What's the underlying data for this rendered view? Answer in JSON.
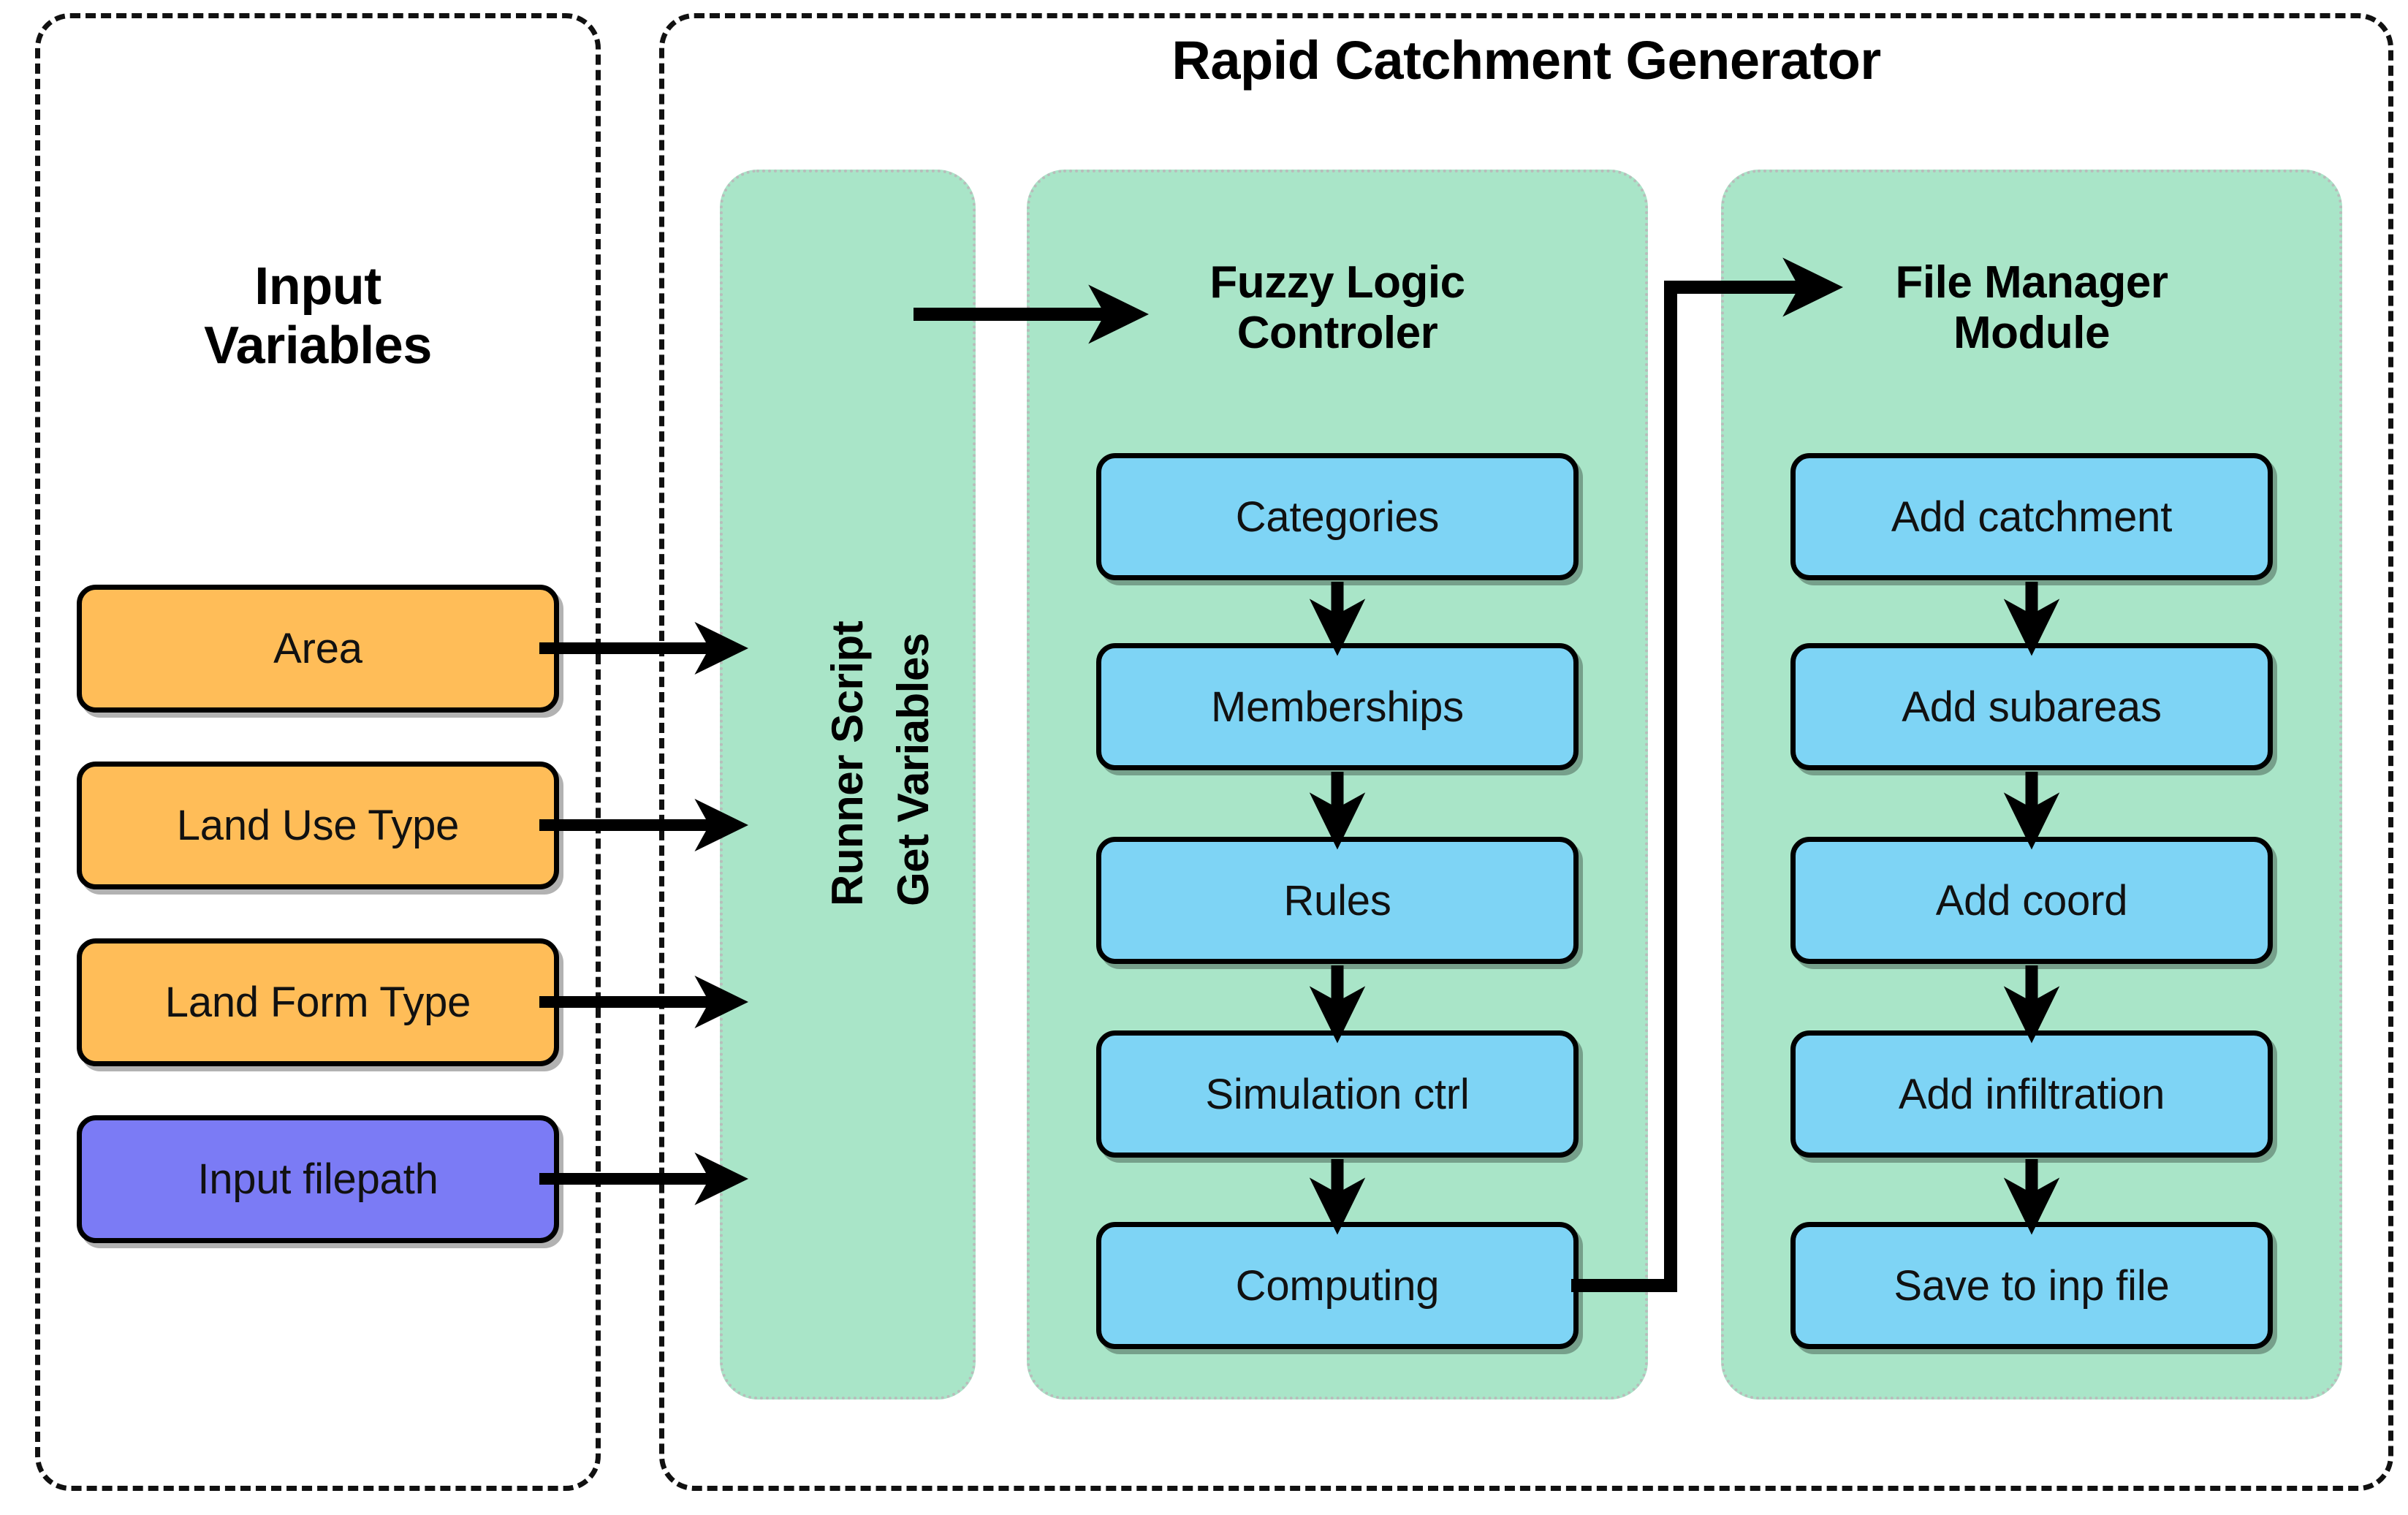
{
  "diagram": {
    "title": "Rapid Catchment Generator",
    "input_section_title": "Input\nVariables",
    "input_title_line1": "Input",
    "input_title_line2": "Variables"
  },
  "colors": {
    "orange": "#ffbd58",
    "purple": "#7b7bf5",
    "blue": "#7ed4f5",
    "green_panel": "#a9e5c8",
    "outline": "#000000",
    "background": "#ffffff"
  },
  "input_variables": {
    "title": "Input Variables",
    "items": [
      {
        "label": "Area",
        "color": "orange"
      },
      {
        "label": "Land Use Type",
        "color": "orange"
      },
      {
        "label": "Land Form Type",
        "color": "orange"
      },
      {
        "label": "Input filepath",
        "color": "purple"
      }
    ]
  },
  "runner": {
    "line1": "Runner Script",
    "line2": "Get Variables"
  },
  "fuzzy": {
    "title_line1": "Fuzzy Logic",
    "title_line2": "Controler",
    "steps": [
      {
        "label": "Categories"
      },
      {
        "label": "Memberships"
      },
      {
        "label": "Rules"
      },
      {
        "label": "Simulation ctrl"
      },
      {
        "label": "Computing"
      }
    ]
  },
  "file_manager": {
    "title_line1": "File Manager",
    "title_line2": "Module",
    "steps": [
      {
        "label": "Add catchment"
      },
      {
        "label": "Add subareas"
      },
      {
        "label": "Add coord"
      },
      {
        "label": "Add infiltration"
      },
      {
        "label": "Save to inp file"
      }
    ]
  },
  "connections": [
    {
      "from": "Area",
      "to": "Runner Script"
    },
    {
      "from": "Land Use Type",
      "to": "Runner Script"
    },
    {
      "from": "Land Form Type",
      "to": "Runner Script"
    },
    {
      "from": "Input filepath",
      "to": "Runner Script"
    },
    {
      "from": "Runner Script",
      "to": "Fuzzy Logic Controler"
    },
    {
      "from": "Categories",
      "to": "Memberships"
    },
    {
      "from": "Memberships",
      "to": "Rules"
    },
    {
      "from": "Rules",
      "to": "Simulation ctrl"
    },
    {
      "from": "Simulation ctrl",
      "to": "Computing"
    },
    {
      "from": "Computing",
      "to": "File Manager Module"
    },
    {
      "from": "Add catchment",
      "to": "Add subareas"
    },
    {
      "from": "Add subareas",
      "to": "Add coord"
    },
    {
      "from": "Add coord",
      "to": "Add infiltration"
    },
    {
      "from": "Add infiltration",
      "to": "Save to inp file"
    }
  ]
}
